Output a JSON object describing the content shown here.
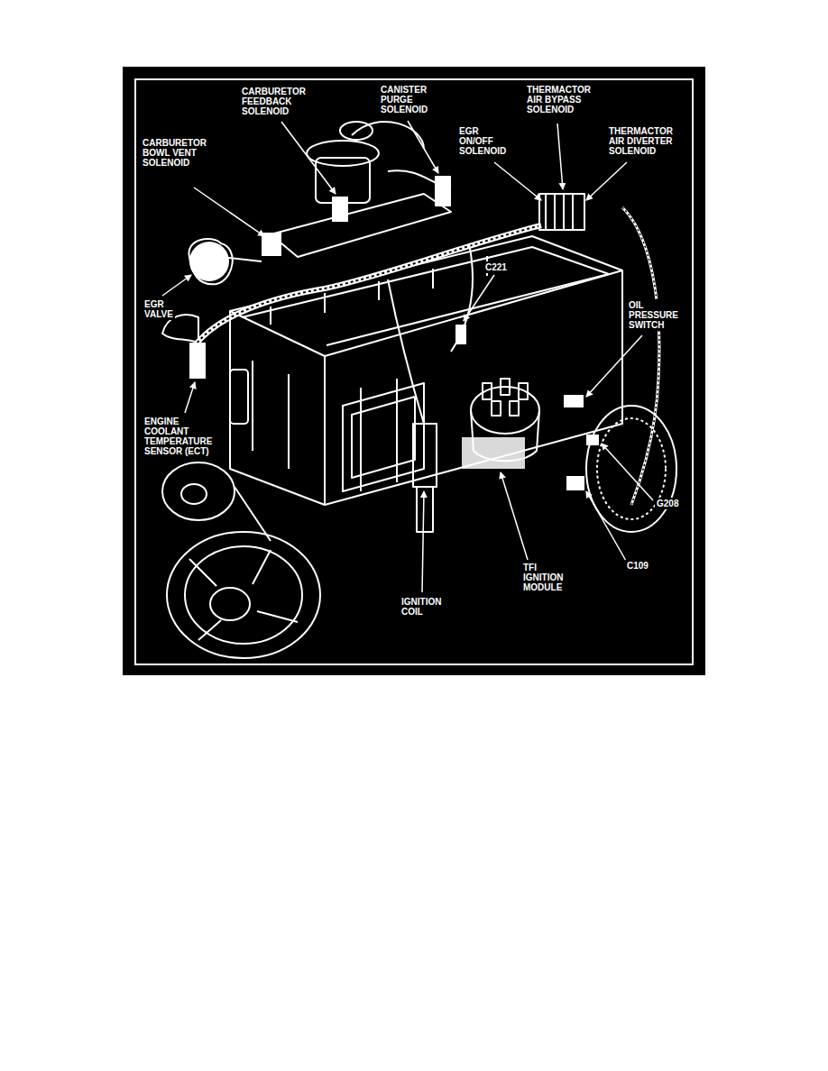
{
  "diagram": {
    "labels": [
      "CARBURETOR FEEDBACK SOLENOID",
      "CANISTER PURGE SOLENOID",
      "THERMACTOR AIR BYPASS SOLENOID",
      "CARBURETOR BOWL VENT SOLENOID",
      "EGR ON/OFF SOLENOID",
      "THERMACTOR AIR DIVERTER SOLENOID",
      "C221",
      "EGR VALVE",
      "OIL PRESSURE SWITCH",
      "ENGINE COOLANT TEMPERATURE SENSOR (ECT)",
      "G208",
      "C109",
      "TFI IGNITION MODULE",
      "IGNITION COIL"
    ]
  }
}
